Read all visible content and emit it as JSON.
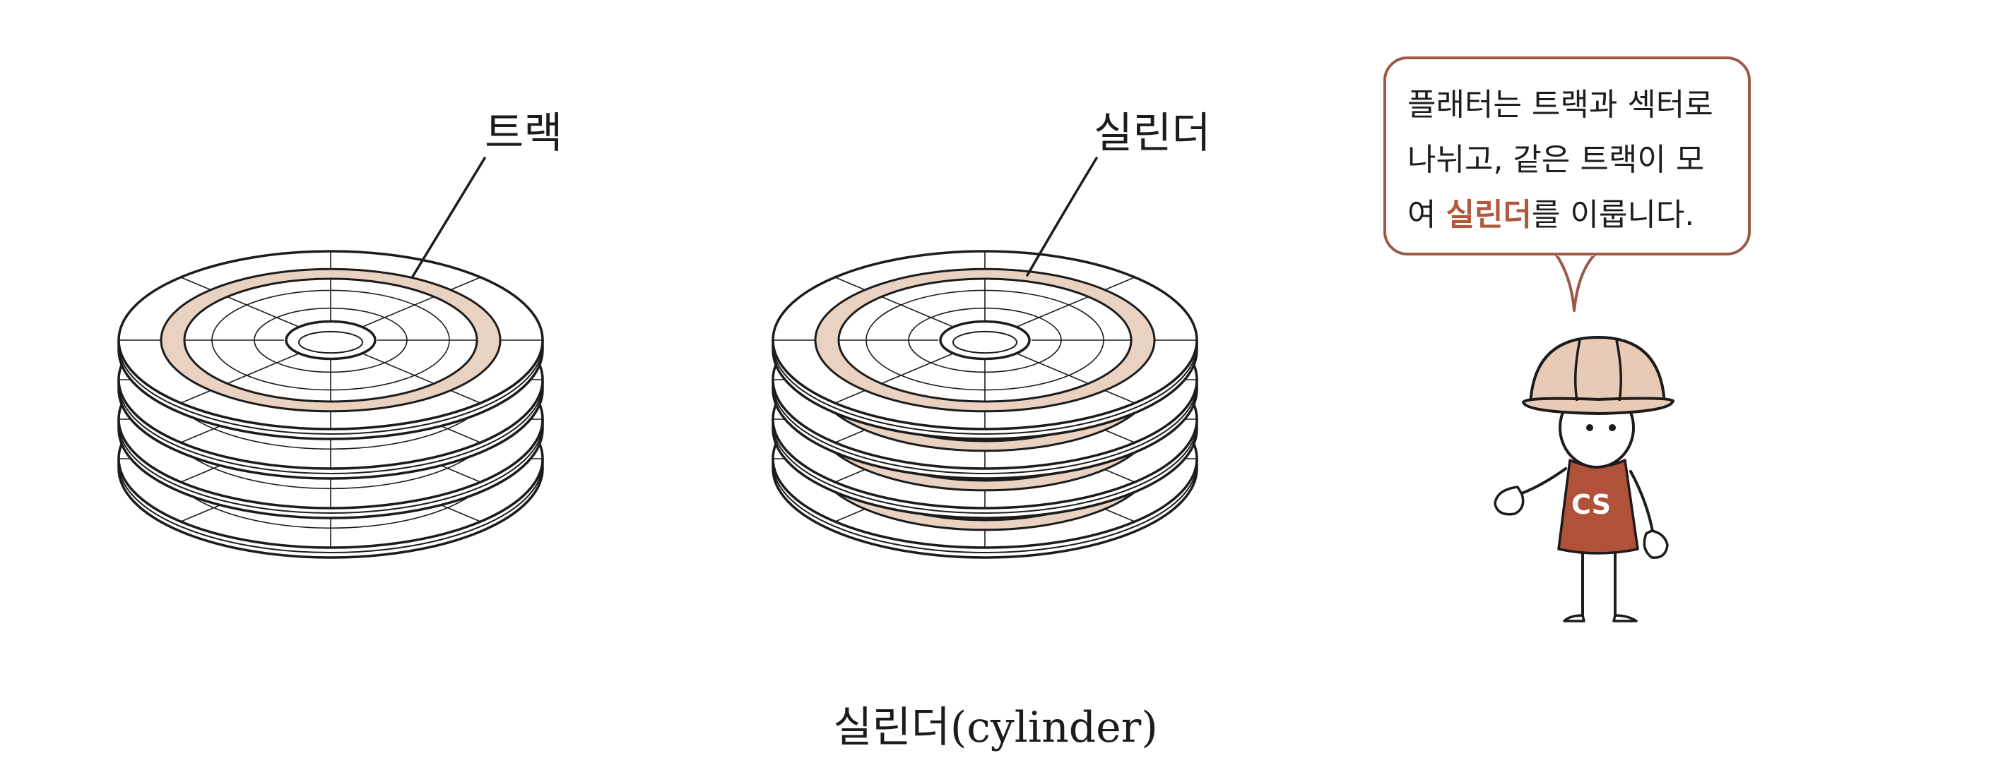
{
  "labels": {
    "track": "트랙",
    "cylinder": "실린더"
  },
  "bubble": {
    "line1": "플래터는 트랙과 섹터로",
    "line2": "나뉘고, 같은 트랙이 모",
    "line3_prefix": "여 ",
    "line3_highlight": "실린더",
    "line3_suffix": "를 이룹니다."
  },
  "character": {
    "shirt_text": "CS"
  },
  "caption": "실린더(cylinder)",
  "colors": {
    "track_fill": "#e9d2c2",
    "bubble_border": "#9a5a47",
    "highlight_text": "#b1573b",
    "helmet": "#e7cbb6",
    "shirt": "#b0513a",
    "ink": "#1c1c1c"
  }
}
